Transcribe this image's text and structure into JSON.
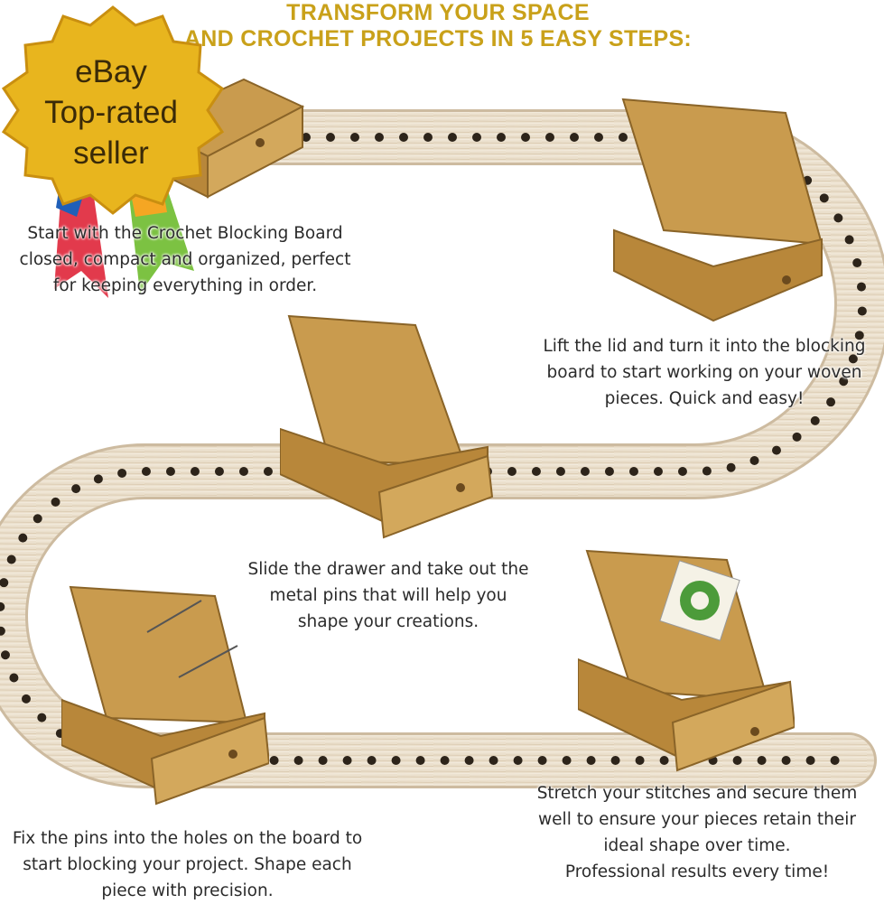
{
  "header": {
    "title_line1": "TRANSFORM YOUR SPACE",
    "title_line2": "AND CROCHET PROJECTS IN 5 EASY STEPS:"
  },
  "badge": {
    "line1": "eBay",
    "line2": "Top-rated",
    "line3": "seller",
    "colors": {
      "seal": "#e8b51e",
      "seal_edge": "#c98f10",
      "ribbon_blue": "#1f5fb8",
      "ribbon_red": "#e23a4c",
      "ribbon_green": "#7cc242",
      "ribbon_orange": "#f5a623"
    }
  },
  "steps": [
    {
      "lines": [
        "Start with the Crochet Blocking Board",
        "closed, compact and organized, perfect",
        "for keeping everything in order."
      ]
    },
    {
      "lines": [
        "Lift the lid and turn it into the blocking",
        "board to start working on your woven",
        "pieces. Quick and easy!"
      ]
    },
    {
      "lines": [
        "Slide the drawer and take out the",
        "metal pins that will help you",
        "shape your creations."
      ]
    },
    {
      "lines": [
        "Fix the pins into the holes on the board to",
        "start blocking your project. Shape each",
        "piece with precision."
      ]
    },
    {
      "lines": [
        "Stretch your stitches and secure them",
        "well to ensure your pieces retain their",
        "ideal shape over time.",
        "Professional results every time!"
      ]
    }
  ],
  "colors": {
    "title": "#c9a11a",
    "board_wood": "#e9ddc9",
    "bamboo": "#c99b4e",
    "text": "#2b2b2b"
  }
}
